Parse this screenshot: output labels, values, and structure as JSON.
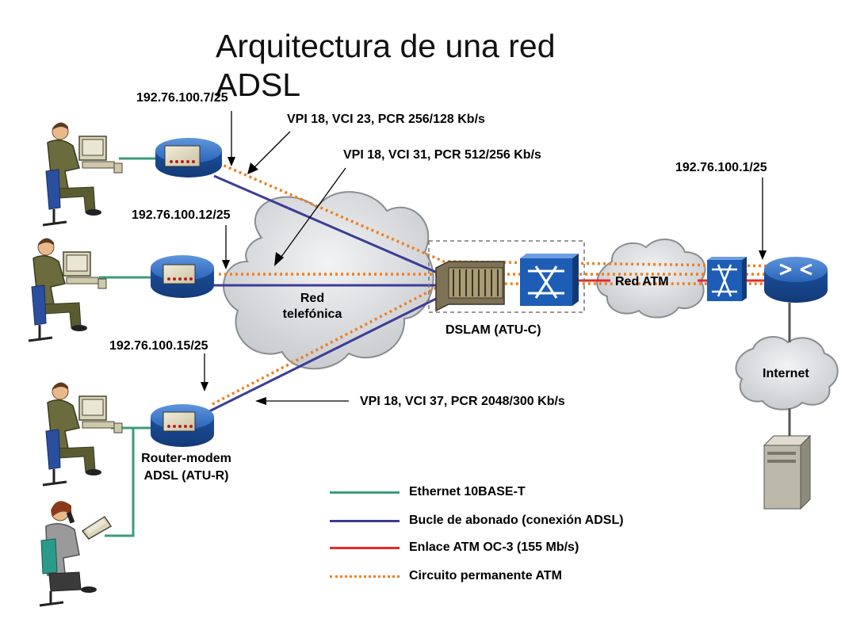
{
  "title": "Arquitectura de una red ADSL",
  "labels": {
    "ip1": "192.76.100.7/25",
    "ip2": "192.76.100.12/25",
    "ip3": "192.76.100.15/25",
    "ip_router": "192.76.100.1/25",
    "vc1": "VPI 18, VCI 23, PCR 256/128 Kb/s",
    "vc2": "VPI 18, VCI 31, PCR 512/256 Kb/s",
    "vc3": "VPI 18, VCI 37, PCR 2048/300 Kb/s",
    "red_telefonica_1": "Red",
    "red_telefonica_2": "telefónica",
    "dslam": "DSLAM (ATU-C)",
    "red_atm": "Red ATM",
    "internet": "Internet",
    "router_modem_1": "Router-modem",
    "router_modem_2": "ADSL (ATU-R)"
  },
  "legend": [
    {
      "label": "Ethernet 10BASE-T",
      "color": "#3a9e78",
      "style": "solid"
    },
    {
      "label": "Bucle de abonado (conexión ADSL)",
      "color": "#3c3c96",
      "style": "solid"
    },
    {
      "label": "Enlace ATM OC-3 (155 Mb/s)",
      "color": "#e52a2a",
      "style": "solid"
    },
    {
      "label": "Circuito permanente ATM",
      "color": "#f07f20",
      "style": "dotted"
    }
  ],
  "colors": {
    "ethernet": "#3a9e78",
    "bucle": "#3c3c96",
    "atm_link": "#e52a2a",
    "pvc": "#f07f20",
    "router": "#1d5db6",
    "switch": "#1d5db6",
    "cloud": "#d6d8da"
  },
  "icons": [
    "user-at-desk-icon",
    "user-on-phone-icon",
    "router-icon",
    "atm-switch-icon",
    "dslam-icon",
    "cloud-icon",
    "server-icon"
  ]
}
